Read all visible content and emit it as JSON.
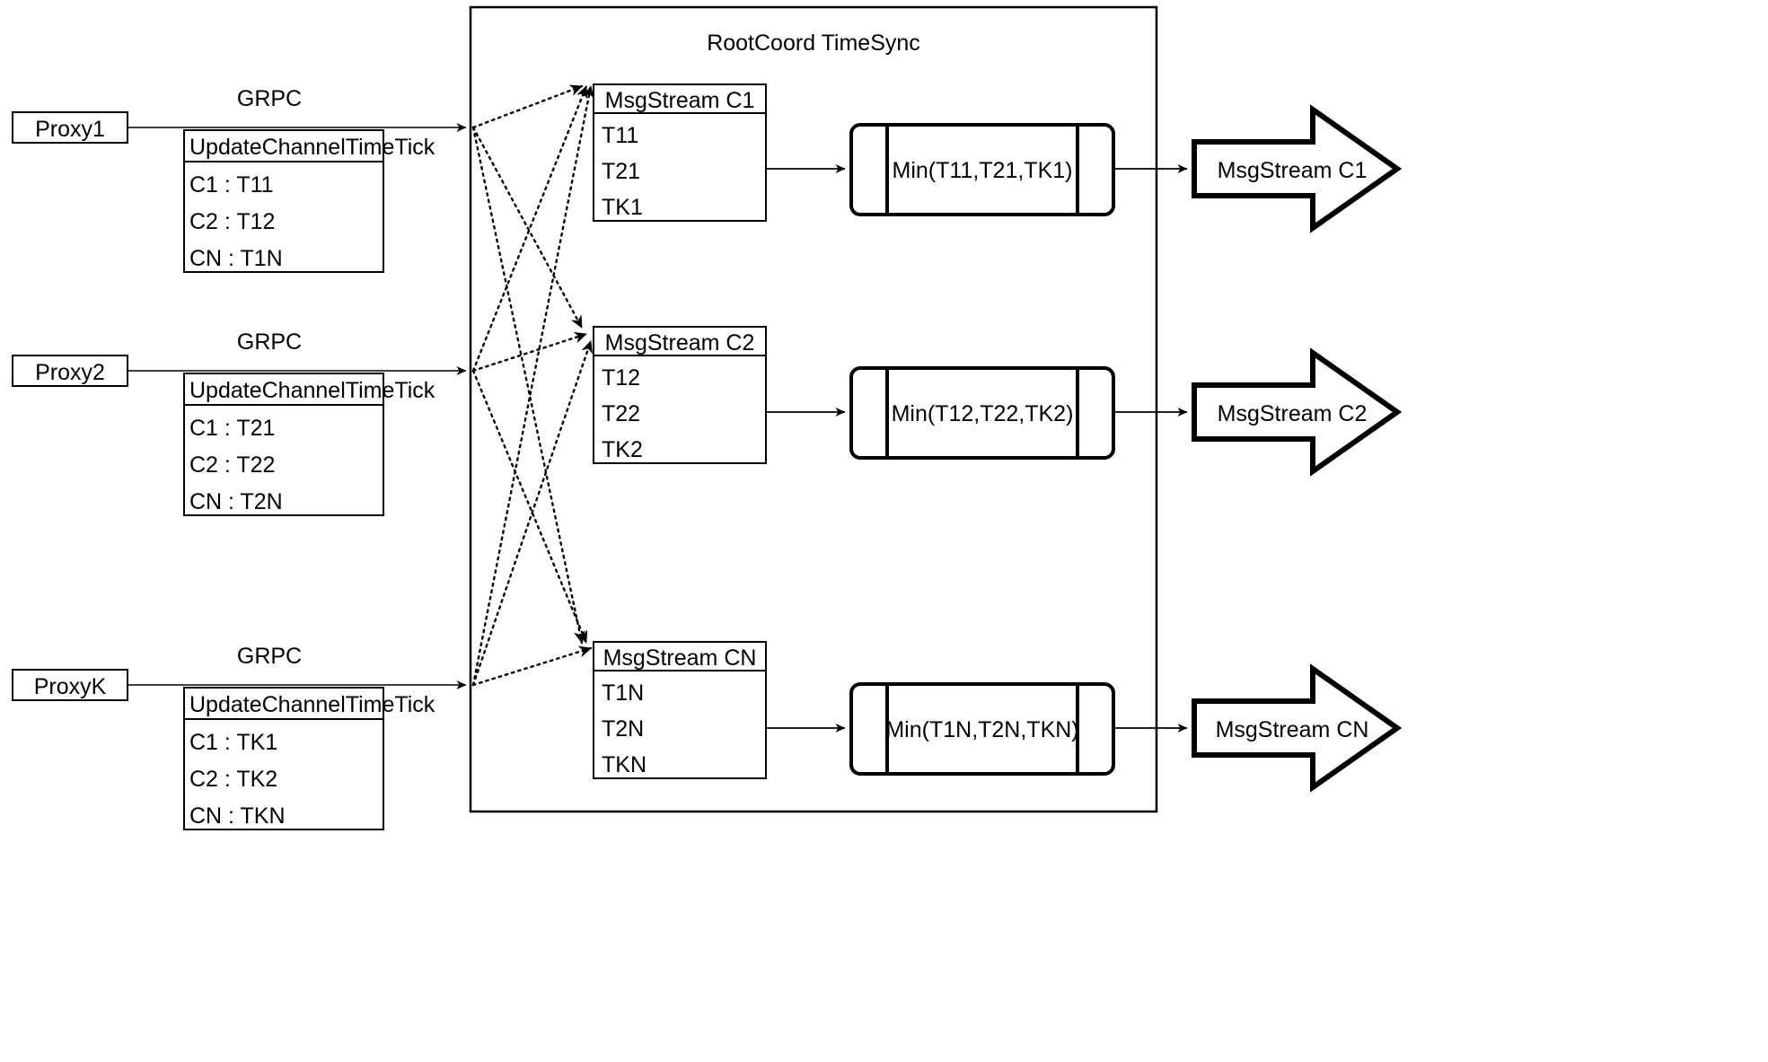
{
  "diagram": {
    "title": "RootCoord TimeSync",
    "container_label": "RootCoord TimeSync",
    "colors": {
      "stroke": "#000000",
      "background": "#ffffff",
      "text": "#000000"
    },
    "proxies": [
      {
        "name": "Proxy1",
        "link_label": "GRPC",
        "message_header": "UpdateChannelTimeTick",
        "rows": [
          "C1 :  T11",
          "C2 :  T12",
          "CN : T1N"
        ]
      },
      {
        "name": "Proxy2",
        "link_label": "GRPC",
        "message_header": "UpdateChannelTimeTick",
        "rows": [
          "C1 :  T21",
          "C2 :  T22",
          "CN : T2N"
        ]
      },
      {
        "name": "ProxyK",
        "link_label": "GRPC",
        "message_header": "UpdateChannelTimeTick",
        "rows": [
          "C1 :  TK1",
          "C2 :  TK2",
          "CN : TKN"
        ]
      }
    ],
    "channels": [
      {
        "stream_header": "MsgStream C1",
        "stream_rows": [
          "T11",
          "T21",
          "TK1"
        ],
        "min_label": "Min(T11,T21,TK1)",
        "output_label": "MsgStream C1"
      },
      {
        "stream_header": "MsgStream C2",
        "stream_rows": [
          "T12",
          "T22",
          "TK2"
        ],
        "min_label": "Min(T12,T22,TK2)",
        "output_label": "MsgStream C2"
      },
      {
        "stream_header": "MsgStream CN",
        "stream_rows": [
          "T1N",
          "T2N",
          "TKN"
        ],
        "min_label": "Min(T1N,T2N,TKN)",
        "output_label": "MsgStream CN"
      }
    ]
  }
}
